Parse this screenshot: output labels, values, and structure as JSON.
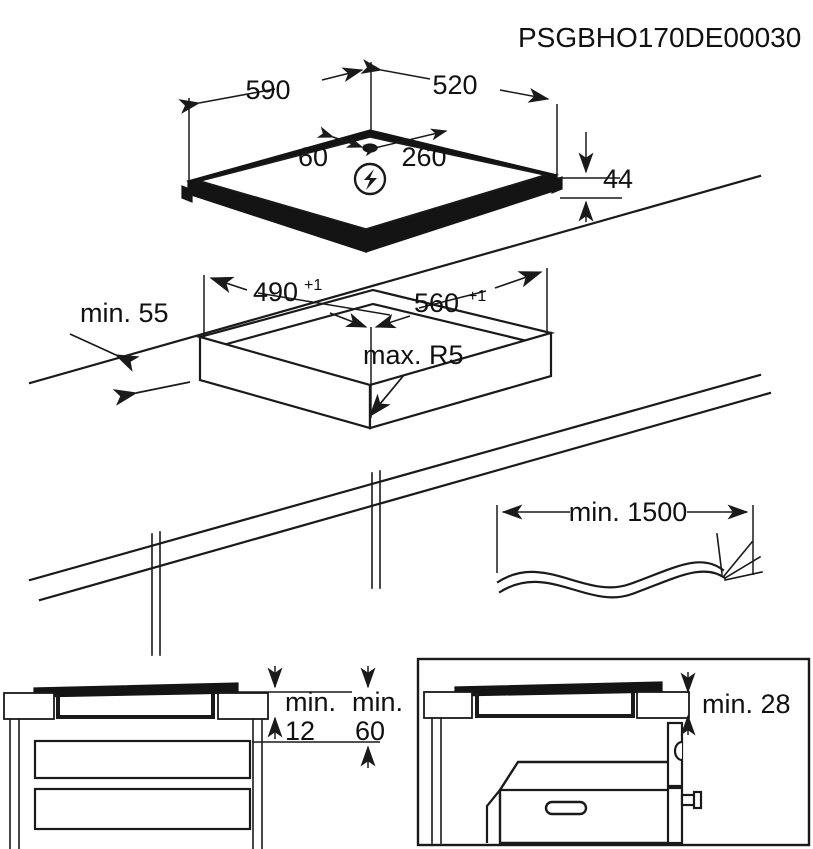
{
  "document": {
    "title": "PSGBHO170DE00030",
    "type": "installation-dimension-drawing",
    "ink_color": "#1a1a1a",
    "background_color": "#ffffff"
  },
  "hob_view": {
    "name": "cooktop-isometric-view",
    "dimensions": {
      "width_label": "590",
      "depth_label": "520",
      "height_label": "44",
      "connection_offset_left_label": "60",
      "connection_offset_right_label": "260"
    },
    "symbols": {
      "electrical_connection": "lightning-bolt-in-circle"
    }
  },
  "cutout_view": {
    "name": "worktop-cutout-view",
    "dimensions": {
      "cutout_depth_label": "490",
      "cutout_depth_tolerance": "+1",
      "cutout_width_label": "560",
      "cutout_width_tolerance": "+1",
      "worktop_thickness_label": "min. 55",
      "corner_radius_label": "max. R5"
    }
  },
  "cable_view": {
    "name": "mains-cable-view",
    "dimensions": {
      "cable_length_label": "min. 1500"
    }
  },
  "panel_left": {
    "name": "installation-over-drawers-panel",
    "dimensions": {
      "clearance_front_label_line1": "min.",
      "clearance_front_label_line2": "12",
      "clearance_depth_label_line1": "min.",
      "clearance_depth_label_line2": "60"
    }
  },
  "panel_right": {
    "name": "installation-over-oven-panel",
    "dimensions": {
      "clearance_oven_label": "min. 28"
    }
  }
}
